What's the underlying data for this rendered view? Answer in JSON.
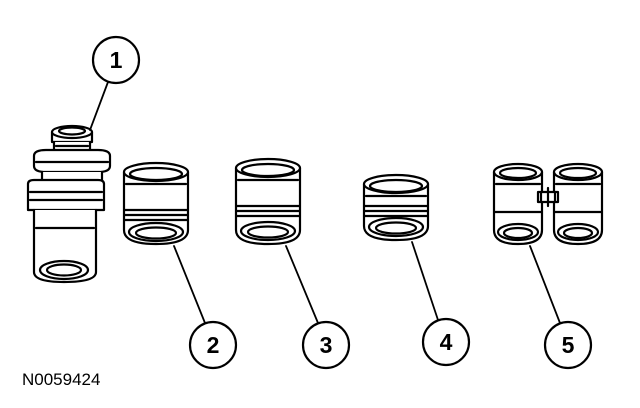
{
  "figure_id": "N0059424",
  "callouts": [
    {
      "label": "1",
      "part": "Part 1"
    },
    {
      "label": "2",
      "part": "Part 2"
    },
    {
      "label": "3",
      "part": "Part 3"
    },
    {
      "label": "4",
      "part": "Part 4"
    },
    {
      "label": "5",
      "part": "Part 5"
    }
  ]
}
